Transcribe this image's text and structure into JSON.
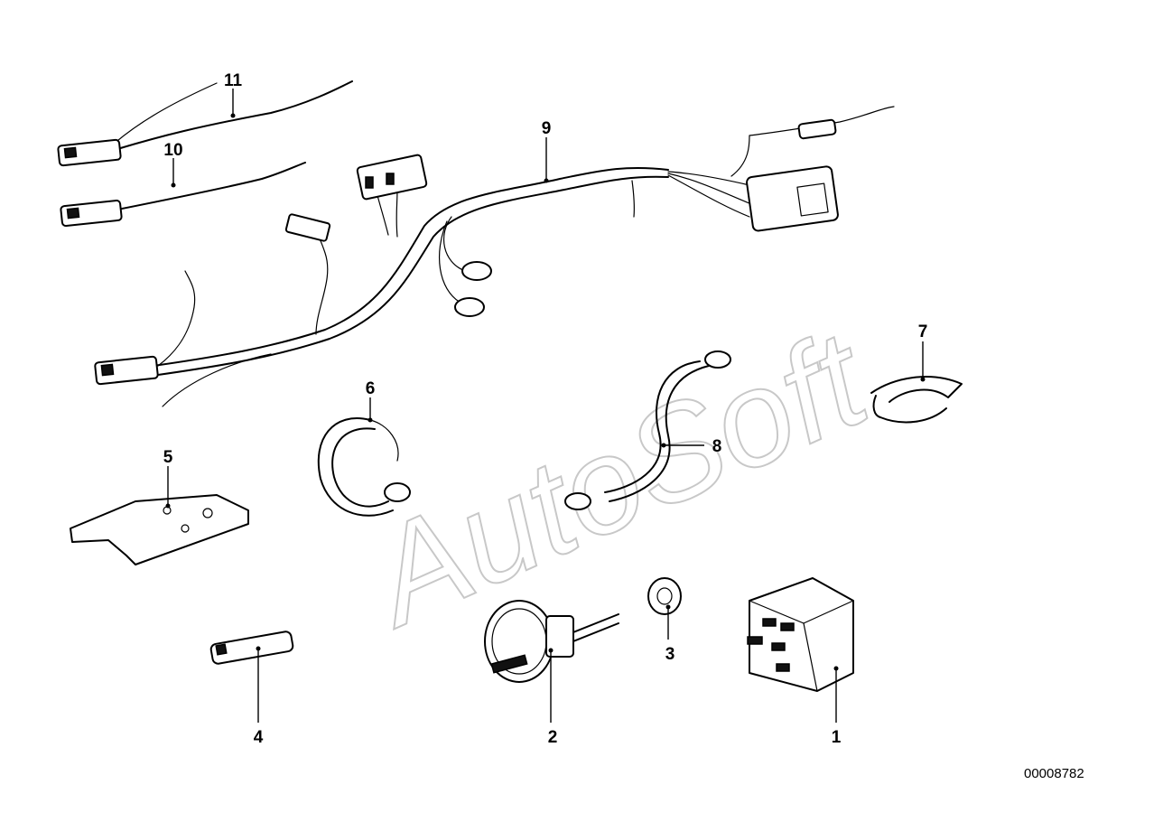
{
  "diagram": {
    "id": "00008782",
    "watermark": "AutoSoft",
    "callouts": [
      {
        "key": "c1",
        "label": "1"
      },
      {
        "key": "c2",
        "label": "2"
      },
      {
        "key": "c3",
        "label": "3"
      },
      {
        "key": "c4",
        "label": "4"
      },
      {
        "key": "c5",
        "label": "5"
      },
      {
        "key": "c6",
        "label": "6"
      },
      {
        "key": "c7",
        "label": "7"
      },
      {
        "key": "c8",
        "label": "8"
      },
      {
        "key": "c9",
        "label": "9"
      },
      {
        "key": "c10",
        "label": "10"
      },
      {
        "key": "c11",
        "label": "11"
      }
    ]
  }
}
